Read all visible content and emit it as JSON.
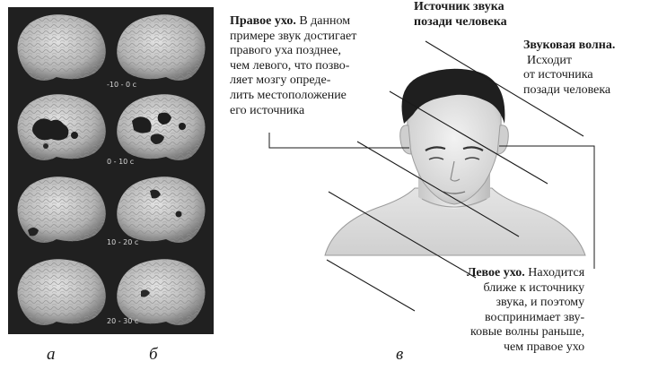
{
  "panels": {
    "a_label": "а",
    "b_label": "б",
    "c_label": "в"
  },
  "brain_scans": {
    "times": [
      "-10 - 0 с",
      "0 - 10 с",
      "10 - 20 с",
      "20 - 30 с"
    ]
  },
  "labels": {
    "source": {
      "line1": "Источник звука",
      "line2": "позади человека"
    },
    "right_ear": {
      "title": "Правое ухо.",
      "line1_rest": " В данном",
      "line2": "примере звук достигает",
      "line3": "правого уха позднее,",
      "line4": "чем левого, что позво-",
      "line5": "ляет мозгу опреде-",
      "line6": "лить местоположение",
      "line7": "его источника"
    },
    "sound_wave": {
      "title": "Звуковая волна.",
      "line2": "Исходит",
      "line3": "от источника",
      "line4": "позади человека"
    },
    "left_ear": {
      "title": "Левое ухо.",
      "line1_rest": " Находится",
      "line2": "ближе к источнику",
      "line3": "звука, и поэтому",
      "line4": "воспринимает зву-",
      "line5": "ковые волны раньше,",
      "line6": "чем правое ухо"
    }
  }
}
